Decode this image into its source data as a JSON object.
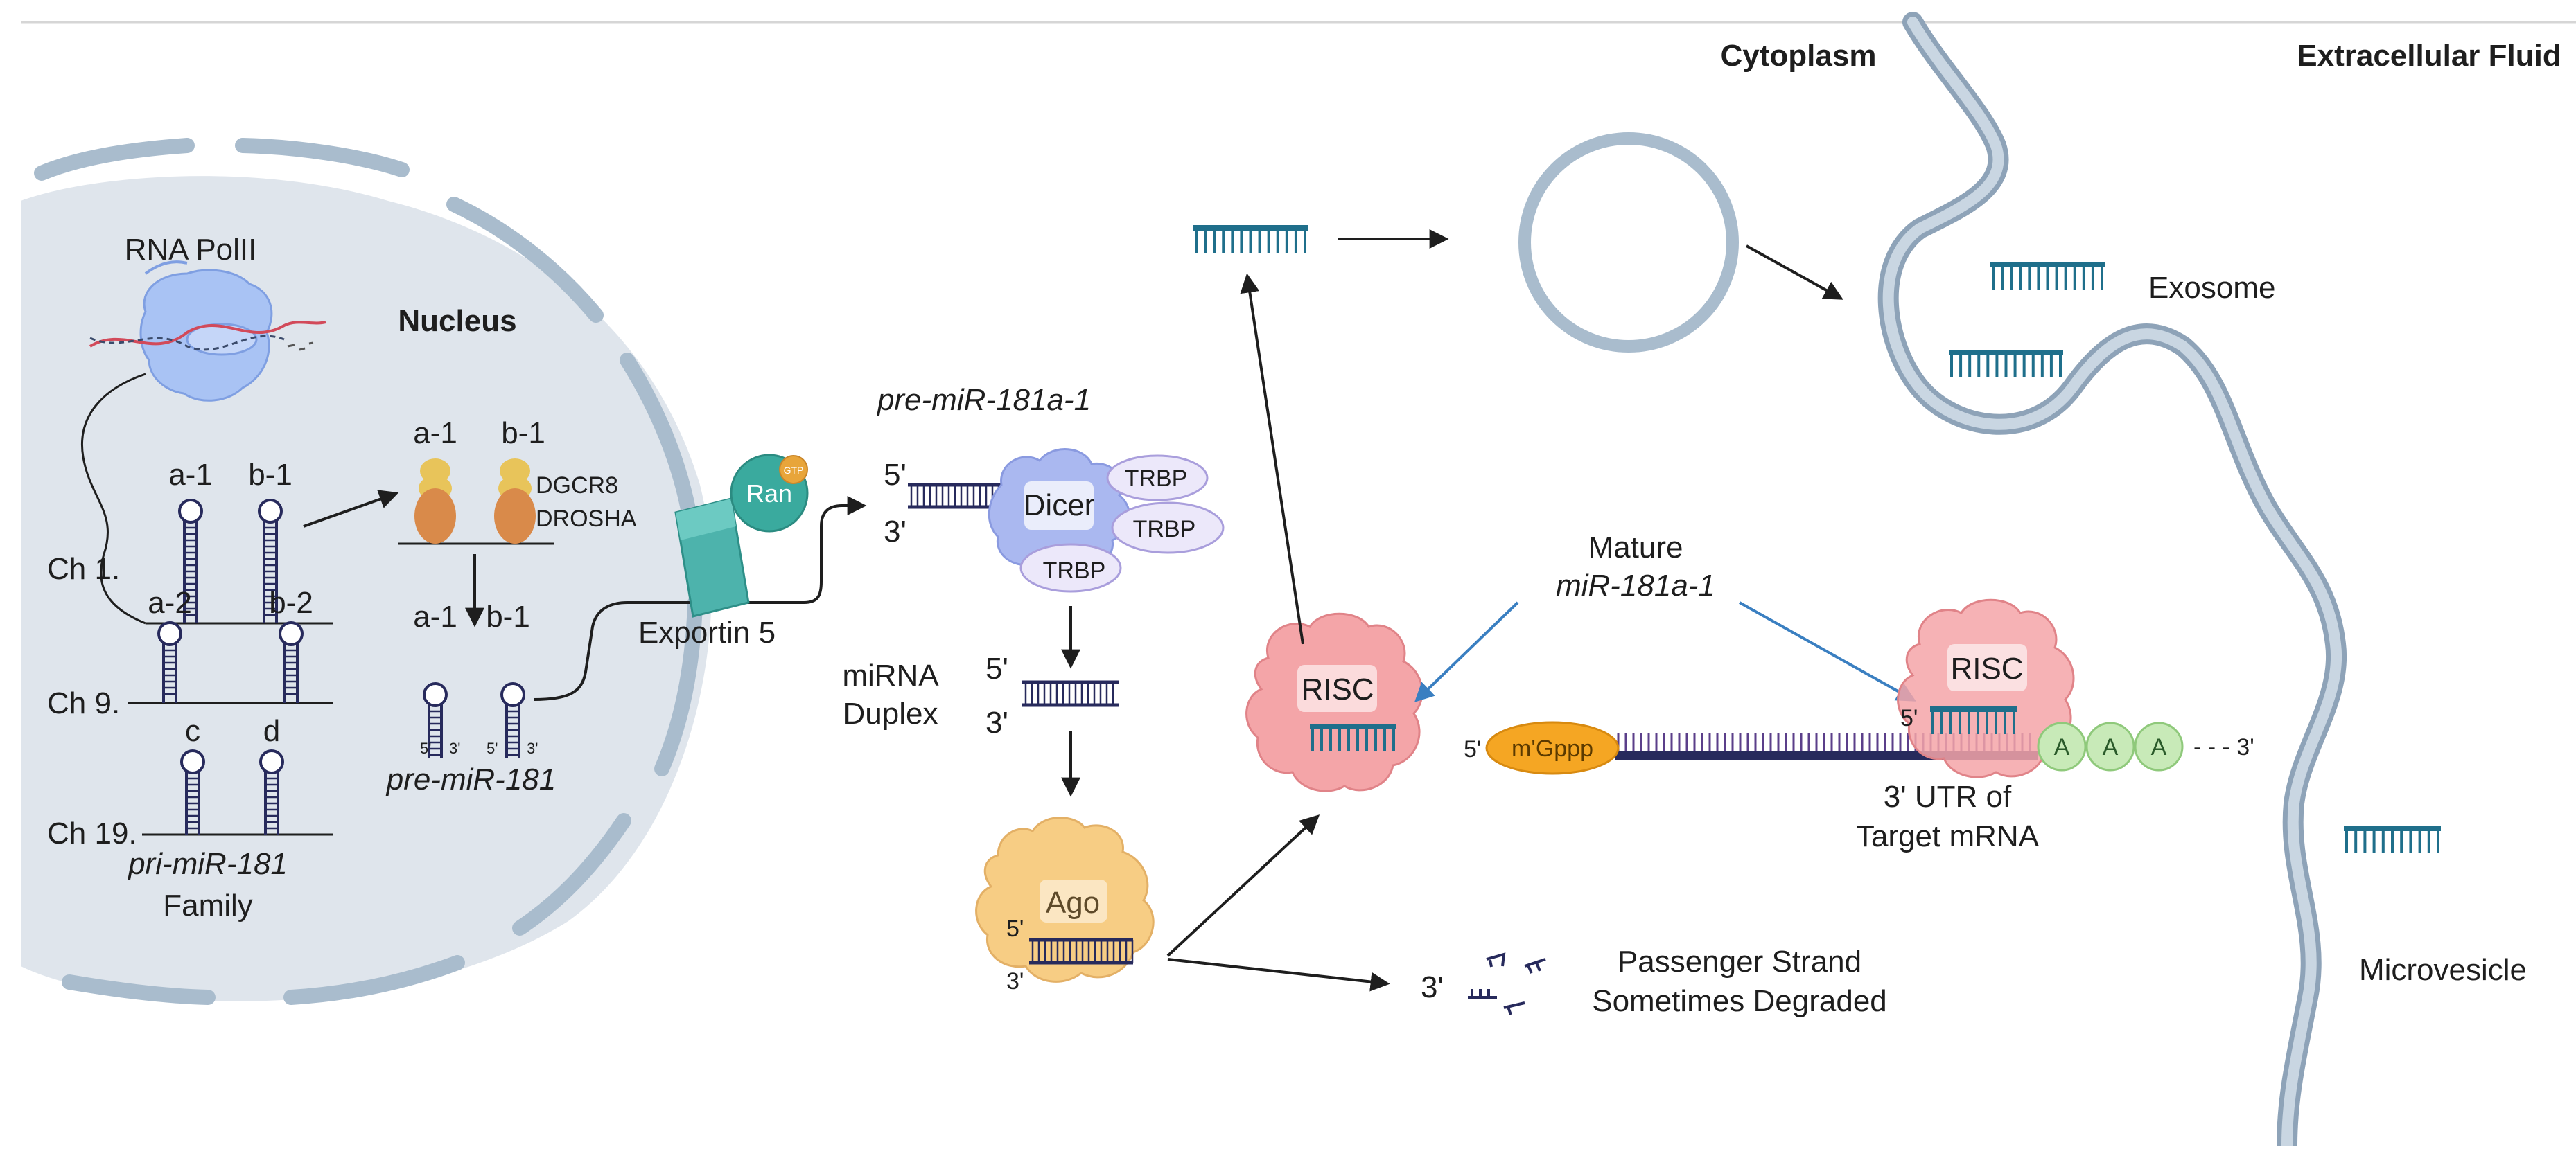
{
  "compartments": {
    "nucleus": "Nucleus",
    "cytoplasm": "Cytoplasm",
    "extracellular": "Extracellular Fluid"
  },
  "nucleus": {
    "polymerase": "RNA PolII",
    "chromosomes": [
      "Ch 1.",
      "Ch 9.",
      "Ch 19."
    ],
    "hairpins_ch1": [
      "a-1",
      "b-1"
    ],
    "hairpins_ch9": [
      "a-2",
      "b-2"
    ],
    "hairpins_ch19": [
      "c",
      "d"
    ],
    "pri_family_italic": "pri-miR-181",
    "pri_family_plain": "Family",
    "processing_labels": [
      "a-1",
      "b-1"
    ],
    "enzymes": [
      "DGCR8",
      "DROSHA"
    ],
    "pre_labels": [
      "a-1",
      "b-1"
    ],
    "pre_ends": [
      "5'",
      "3'",
      "5'",
      "3'"
    ],
    "pre_family": "pre-miR-181"
  },
  "export": {
    "ran": "Ran",
    "gtp": "GTP",
    "exportin": "Exportin 5"
  },
  "dicing": {
    "pre_name": "pre-miR-181a-1",
    "five_prime": "5'",
    "three_prime": "3'",
    "dicer": "Dicer",
    "trbp": [
      "TRBP",
      "TRBP",
      "TRBP"
    ],
    "duplex_line1": "miRNA",
    "duplex_line2": "Duplex",
    "duplex_five": "5'",
    "duplex_three": "3'",
    "ago": "Ago",
    "ago_five": "5'",
    "ago_three": "3'"
  },
  "passenger": {
    "end": "3'",
    "line1": "Passenger Strand",
    "line2": "Sometimes Degraded"
  },
  "risc": {
    "label_left": "RISC",
    "label_right": "RISC",
    "mature_line1": "Mature",
    "mature_line2": "miR-181a-1",
    "right_five": "5'"
  },
  "mrna": {
    "five": "5'",
    "cap": "m'Gppp",
    "polya": [
      "A",
      "A",
      "A"
    ],
    "tail": "- - - 3'",
    "utr_line1": "3' UTR of",
    "utr_line2": "Target mRNA"
  },
  "vesicles": {
    "exosome": "Exosome",
    "microvesicle": "Microvesicle"
  },
  "colors": {
    "nucleus_fill": "#dfe5ec",
    "membrane": "#a9bccd",
    "membrane_dark": "#8ea3b8",
    "mirna": "#1f6f8b",
    "dark_rna": "#272a5c",
    "risc": "#f4a5a8",
    "ago": "#f7cd84",
    "dicer": "#aab8f0",
    "trbp": "#ece8fa",
    "ran": "#3aaa9e",
    "gtp": "#e8a53a",
    "exportin": "#4db3ac",
    "drosha": "#d98a4a",
    "dgcr8": "#e8c45a",
    "cap": "#f5a623",
    "polya": "#c8eab8",
    "blue_arrow": "#3a7fc1"
  }
}
